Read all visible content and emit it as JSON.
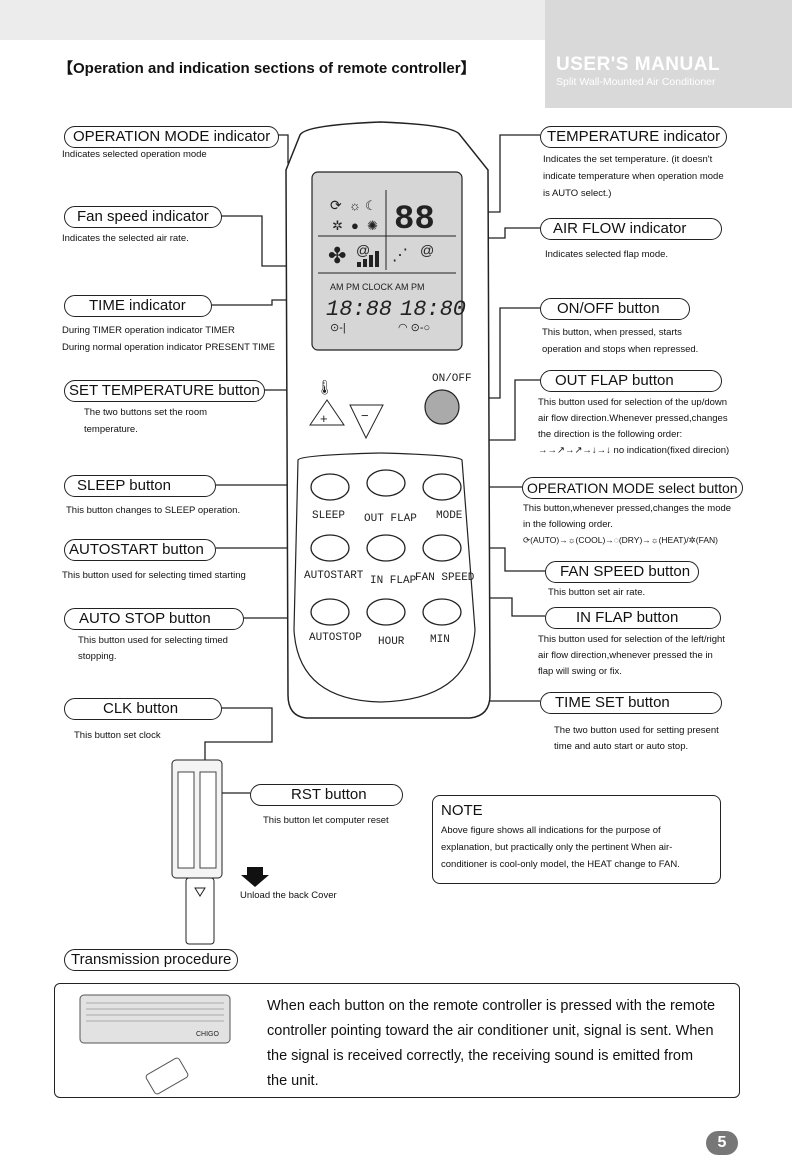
{
  "header": {
    "section_title": "【Operation and indication sections of  remote controller】",
    "manual_title": "USER'S MANUAL",
    "manual_subtitle": "Split Wall-Mounted Air Conditioner"
  },
  "left_labels": [
    {
      "title": "OPERATION MODE indicator",
      "desc": [
        "Indicates selected operation mode"
      ]
    },
    {
      "title": "Fan speed indicator",
      "desc": [
        "Indicates the selected air rate."
      ]
    },
    {
      "title": "TIME indicator",
      "desc": [
        "During TIMER operation    indicator TIMER",
        "During normal operation   indicator PRESENT TIME"
      ]
    },
    {
      "title": "SET TEMPERATURE button",
      "desc": [
        "The  two  buttons  set  the  room",
        "temperature."
      ]
    },
    {
      "title": "SLEEP button",
      "desc": [
        "This button changes to SLEEP operation."
      ]
    },
    {
      "title": "AUTOSTART button",
      "desc": [
        "This button used for selecting timed starting"
      ]
    },
    {
      "title": "AUTO STOP button",
      "desc": [
        "This  button  used  for  selecting  timed",
        "stopping."
      ]
    },
    {
      "title": "CLK button",
      "desc": [
        "This button set clock"
      ]
    }
  ],
  "right_labels": [
    {
      "title": "TEMPERATURE indicator",
      "desc": [
        "Indicates the set temperature. (it doesn't",
        "indicate temperature when operation mode",
        "is AUTO select.)"
      ]
    },
    {
      "title": "AIR FLOW indicator",
      "desc": [
        "Indicates selected flap mode."
      ]
    },
    {
      "title": "ON/OFF button",
      "desc": [
        "This  button,  when  pressed,  starts",
        "operation and stops when repressed."
      ]
    },
    {
      "title": "OUT FLAP button",
      "desc": [
        "This button used for selection of the up/down",
        "air flow direction.Whenever pressed,changes",
        "the direction is the following order:",
        "→→↗→↗→↓→↓ no indication(fixed direcion)"
      ]
    },
    {
      "title": "OPERATION MODE select button",
      "desc": [
        "This button,whenever pressed,changes the mode",
        "in the following order.",
        "⟳(AUTO)→☼(COOL)→◌(DRY)→☼(HEAT)/✲(FAN)"
      ]
    },
    {
      "title": "FAN SPEED button",
      "desc": [
        "This button set air rate."
      ]
    },
    {
      "title": "IN FLAP button",
      "desc": [
        "This button used for selection of the left/right",
        "air flow direction,whenever pressed the in",
        "flap will swing or fix."
      ]
    },
    {
      "title": "TIME SET button",
      "desc": [
        "The two button used for setting present",
        "time and auto start or auto stop."
      ]
    }
  ],
  "rst": {
    "title": "RST button",
    "desc": "This button let computer reset"
  },
  "unload_label": "Unload the back Cover",
  "note": {
    "title": "NOTE",
    "body": "Above  figure shows all indications for the purpose of explanation, but practically only the pertinent    When air-conditioner is cool-only model, the HEAT change to FAN."
  },
  "transmission": {
    "title": "Transmission procedure",
    "text": "When each button on the remote controller is pressed with the remote controller pointing toward the air conditioner unit, signal is sent. When the signal is received correctly, the receiving sound is emitted from the unit."
  },
  "remote": {
    "lcd_temp": "88",
    "lcd_ampm": "AM  PM  CLOCK AM   PM",
    "lcd_time1": "18:88",
    "lcd_time2": "18:80",
    "onoff_label": "ON/OFF",
    "plus": "+",
    "minus": "−",
    "row1": [
      "SLEEP",
      "OUT FLAP",
      "MODE"
    ],
    "row2": [
      "AUTOSTART",
      "IN FLAP",
      "FAN SPEED"
    ],
    "row3": [
      "AUTOSTOP",
      "HOUR",
      "MIN"
    ],
    "unit_brand": "CHIGO"
  },
  "page_number": "5"
}
